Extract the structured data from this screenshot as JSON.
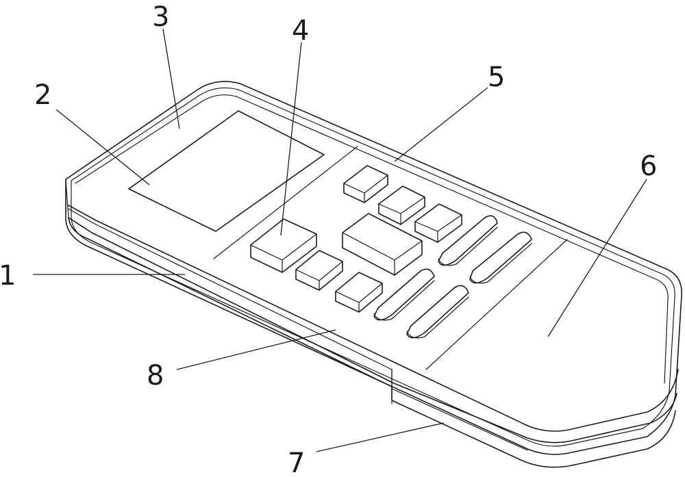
{
  "labels": {
    "l1": "1",
    "l2": "2",
    "l3": "3",
    "l4": "4",
    "l5": "5",
    "l6": "6",
    "l7": "7",
    "l8": "8"
  },
  "colors": {
    "ink": "#1a1a1a",
    "background": "#ffffff"
  }
}
